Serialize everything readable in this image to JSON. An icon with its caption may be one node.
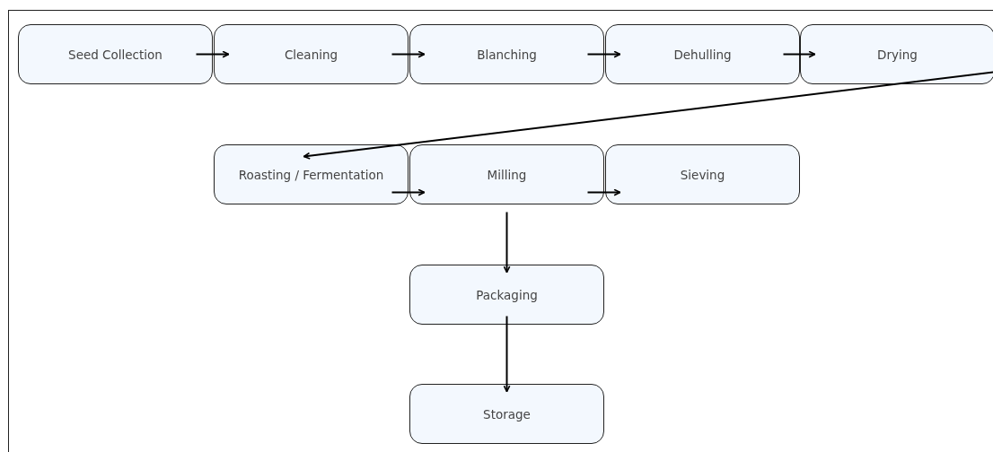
{
  "diagram": {
    "nodes": [
      {
        "text": [
          "Seed Collection"
        ]
      },
      {
        "text": [
          "Cleaning"
        ]
      },
      {
        "text": [
          "Blanching"
        ]
      },
      {
        "text": [
          "Dehulling"
        ]
      },
      {
        "text": [
          "Drying"
        ]
      },
      {
        "text": [
          "Roasting / Fermentation"
        ]
      },
      {
        "text": [
          "Milling"
        ]
      },
      {
        "text": [
          "Sieving"
        ]
      },
      {
        "text": [
          "Packaging"
        ]
      },
      {
        "text": [
          "Storage"
        ]
      }
    ],
    "edges": [
      {
        "from": 0,
        "to": 1,
        "arrow": "to"
      },
      {
        "from": 1,
        "to": 2,
        "arrow": "to"
      },
      {
        "from": 2,
        "to": 3,
        "arrow": "to"
      },
      {
        "from": 3,
        "to": 4,
        "arrow": "to"
      },
      {
        "from": 4,
        "to": 5,
        "arrow": "to"
      },
      {
        "from": 5,
        "to": 6,
        "arrow": "to"
      },
      {
        "from": 6,
        "to": 7,
        "arrow": "to"
      },
      {
        "from": 6,
        "to": 8,
        "arrow": "to"
      },
      {
        "from": 8,
        "to": 9,
        "arrow": "to"
      }
    ]
  }
}
